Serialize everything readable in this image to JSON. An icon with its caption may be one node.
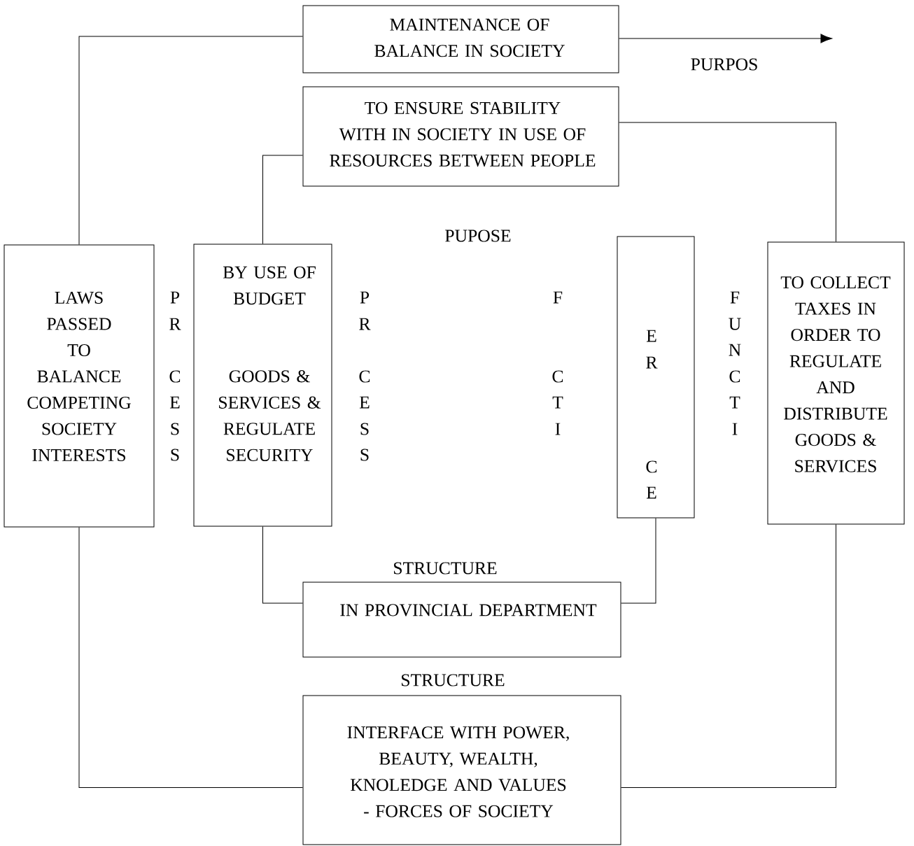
{
  "diagram": {
    "nodes": [
      {
        "text": [
          "MAINTENANCE OF BALANCE IN SOCIETY"
        ]
      },
      {
        "text": [
          "TO ENSURE STABILITY WITH IN SOCIETY IN USE OF RESOURCES BETWEEN PEOPLE"
        ]
      },
      {
        "text": [
          "LAWS PASSED TO BALANCE COMPETING SOCIETY INTERESTS"
        ]
      },
      {
        "text": [
          "BY USE OF BUDGET",
          "GOODS & SERVICES & REGULATE SECURITY"
        ]
      },
      {
        "text": [
          "E",
          "R",
          "C",
          "E"
        ]
      },
      {
        "text": [
          "TO COLLECT TAXES IN ORDER TO REGULATE AND DISTRIBUTE GOODS & SERVICES"
        ]
      },
      {
        "text": [
          "STRUCTURE",
          "IN PROVINCIAL DEPARTMENT"
        ]
      },
      {
        "text": [
          "STRUCTURE",
          "INTERFACE WITH POWER, BEAUTY, WEALTH, KNOLEDGE AND VALUES - FORCES OF SOCIETY"
        ]
      }
    ],
    "edges": [
      {
        "from": 2,
        "to": 0,
        "arrow": "none"
      },
      {
        "from": 0,
        "to": null,
        "arrow": "to",
        "label": "PURPOS"
      },
      {
        "from": 3,
        "to": 1,
        "arrow": "none"
      },
      {
        "from": 1,
        "to": 5,
        "arrow": "none"
      },
      {
        "from": 2,
        "to": 7,
        "arrow": "none"
      },
      {
        "from": 3,
        "to": 6,
        "arrow": "none"
      },
      {
        "from": 4,
        "to": 6,
        "arrow": "none"
      },
      {
        "from": 5,
        "to": 7,
        "arrow": "none"
      }
    ],
    "labels": [
      "PUPOSE",
      "P",
      "R",
      "C",
      "E",
      "S",
      "S",
      "P",
      "R",
      "C",
      "E",
      "S",
      "S",
      "F",
      "C",
      "T",
      "I",
      "F",
      "U",
      "N",
      "C",
      "T",
      "I"
    ]
  }
}
